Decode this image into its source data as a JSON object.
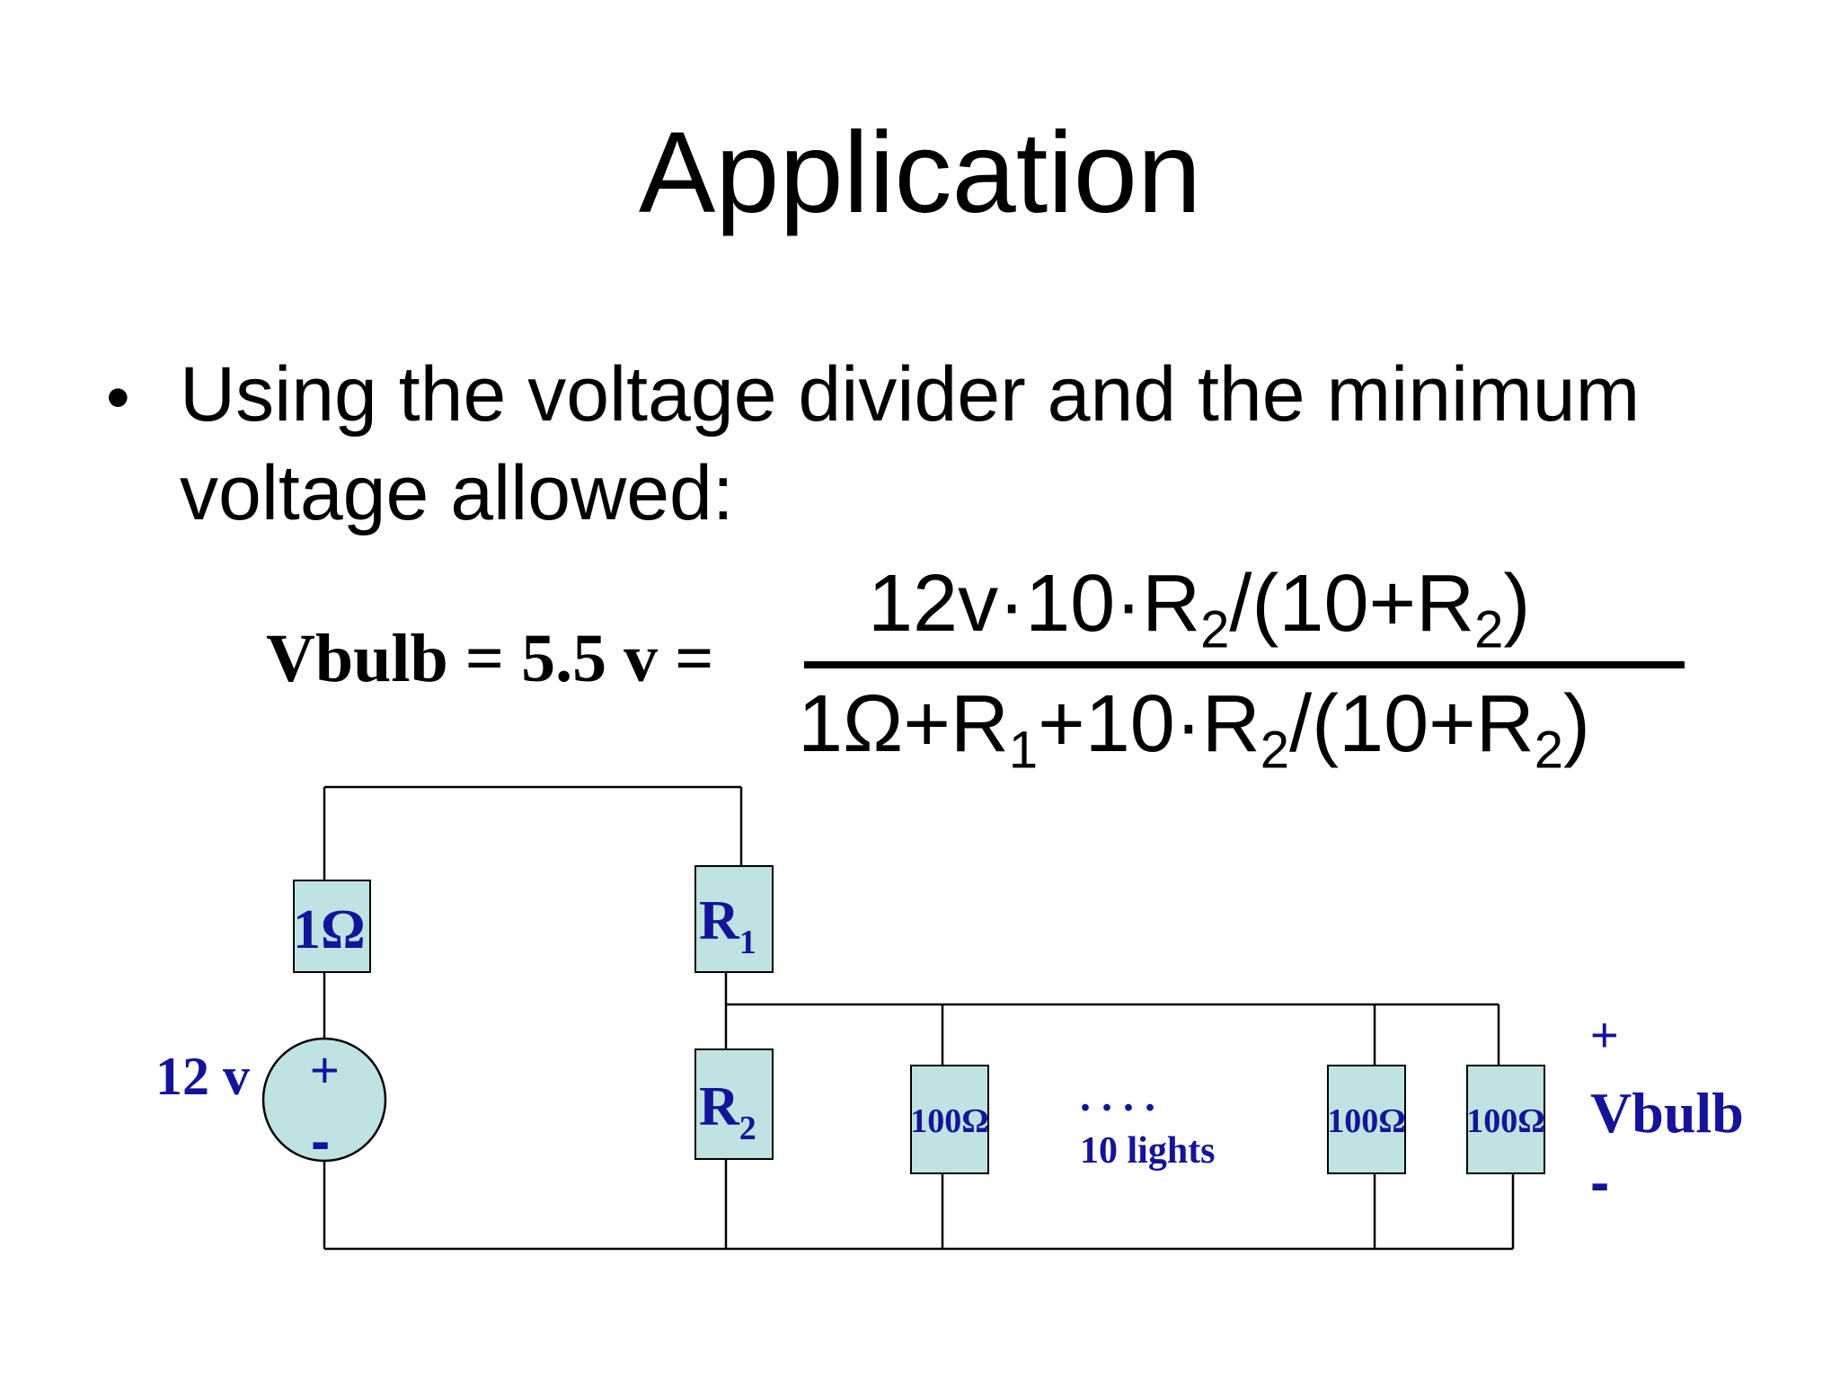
{
  "title": "Application",
  "bullet": {
    "symbol": "•",
    "text": "Using the voltage divider and the minimum voltage allowed:"
  },
  "equation": {
    "label": "Vbulb = 5.5 v =",
    "numerator": {
      "a": "12v·10·R",
      "sub1": "2",
      "b": "/(10+R",
      "sub2": "2",
      "c": ")"
    },
    "denominator": {
      "a": "1Ω+R",
      "sub1": "1",
      "b": "+10·R",
      "sub2": "2",
      "c": "/(10+R",
      "sub3": "2",
      "d": ")"
    }
  },
  "circuit": {
    "source_label": "12 v",
    "source_plus": "+",
    "source_minus": "-",
    "r_fixed": "1Ω",
    "r1_letter": "R",
    "r1_sub": "1",
    "r2_letter": "R",
    "r2_sub": "2",
    "bulbs": [
      "100Ω",
      "100Ω",
      "100Ω"
    ],
    "dots": ". . . .",
    "lights_label": "10 lights",
    "vbulb_plus": "+",
    "vbulb_label": "Vbulb",
    "vbulb_minus": "-"
  },
  "colors": {
    "resistor_fill": "#bfe2e2",
    "label_blue": "#14149a",
    "wire": "#000000"
  }
}
